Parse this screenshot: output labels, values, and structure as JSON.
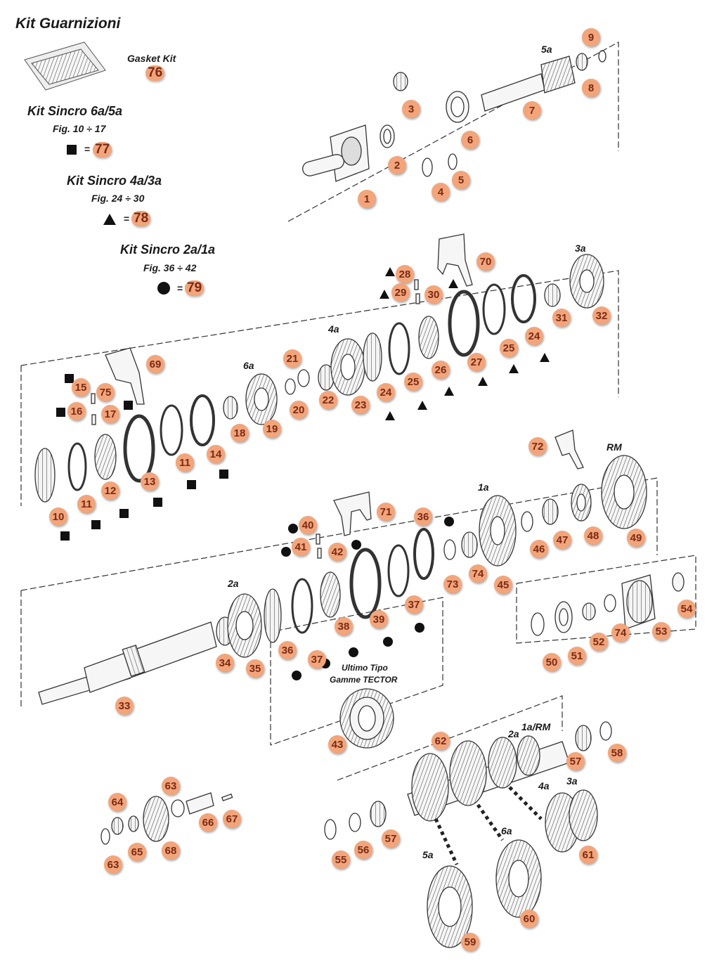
{
  "title": "Kit Guarnizioni",
  "gasket": {
    "label": "Gasket Kit",
    "number": "76"
  },
  "kits": [
    {
      "title": "Kit Sincro 6a/5a",
      "fig": "Fig. 10 ÷ 17",
      "symbol": "square",
      "eq": "=",
      "number": "77"
    },
    {
      "title": "Kit Sincro 4a/3a",
      "fig": "Fig. 24 ÷ 30",
      "symbol": "triangle",
      "eq": "=",
      "number": "78"
    },
    {
      "title": "Kit Sincro 2a/1a",
      "fig": "Fig. 36 ÷ 42",
      "symbol": "circle",
      "eq": "=",
      "number": "79"
    }
  ],
  "gear_labels": [
    "5a",
    "3a",
    "4a",
    "6a",
    "RM",
    "1a",
    "2a",
    "2a",
    "1a/RM",
    "4a",
    "3a",
    "6a",
    "5a"
  ],
  "note": [
    "Ultimo Tipo",
    "Gamme TECTOR"
  ],
  "callouts": [
    "1",
    "2",
    "3",
    "4",
    "5",
    "6",
    "7",
    "8",
    "9",
    "10",
    "11",
    "11",
    "12",
    "13",
    "14",
    "15",
    "16",
    "17",
    "18",
    "19",
    "20",
    "21",
    "22",
    "23",
    "24",
    "24",
    "25",
    "25",
    "26",
    "27",
    "28",
    "29",
    "30",
    "31",
    "32",
    "33",
    "34",
    "35",
    "36",
    "36",
    "37",
    "37",
    "38",
    "39",
    "40",
    "41",
    "42",
    "43",
    "45",
    "46",
    "47",
    "48",
    "49",
    "50",
    "51",
    "52",
    "53",
    "54",
    "55",
    "56",
    "57",
    "57",
    "58",
    "59",
    "60",
    "61",
    "62",
    "63",
    "63",
    "64",
    "65",
    "66",
    "67",
    "68",
    "69",
    "70",
    "71",
    "72",
    "73",
    "74",
    "74",
    "75"
  ],
  "colors": {
    "callout_fill": "#f2a57b",
    "callout_text": "#7a2a14",
    "line": "#333333"
  }
}
